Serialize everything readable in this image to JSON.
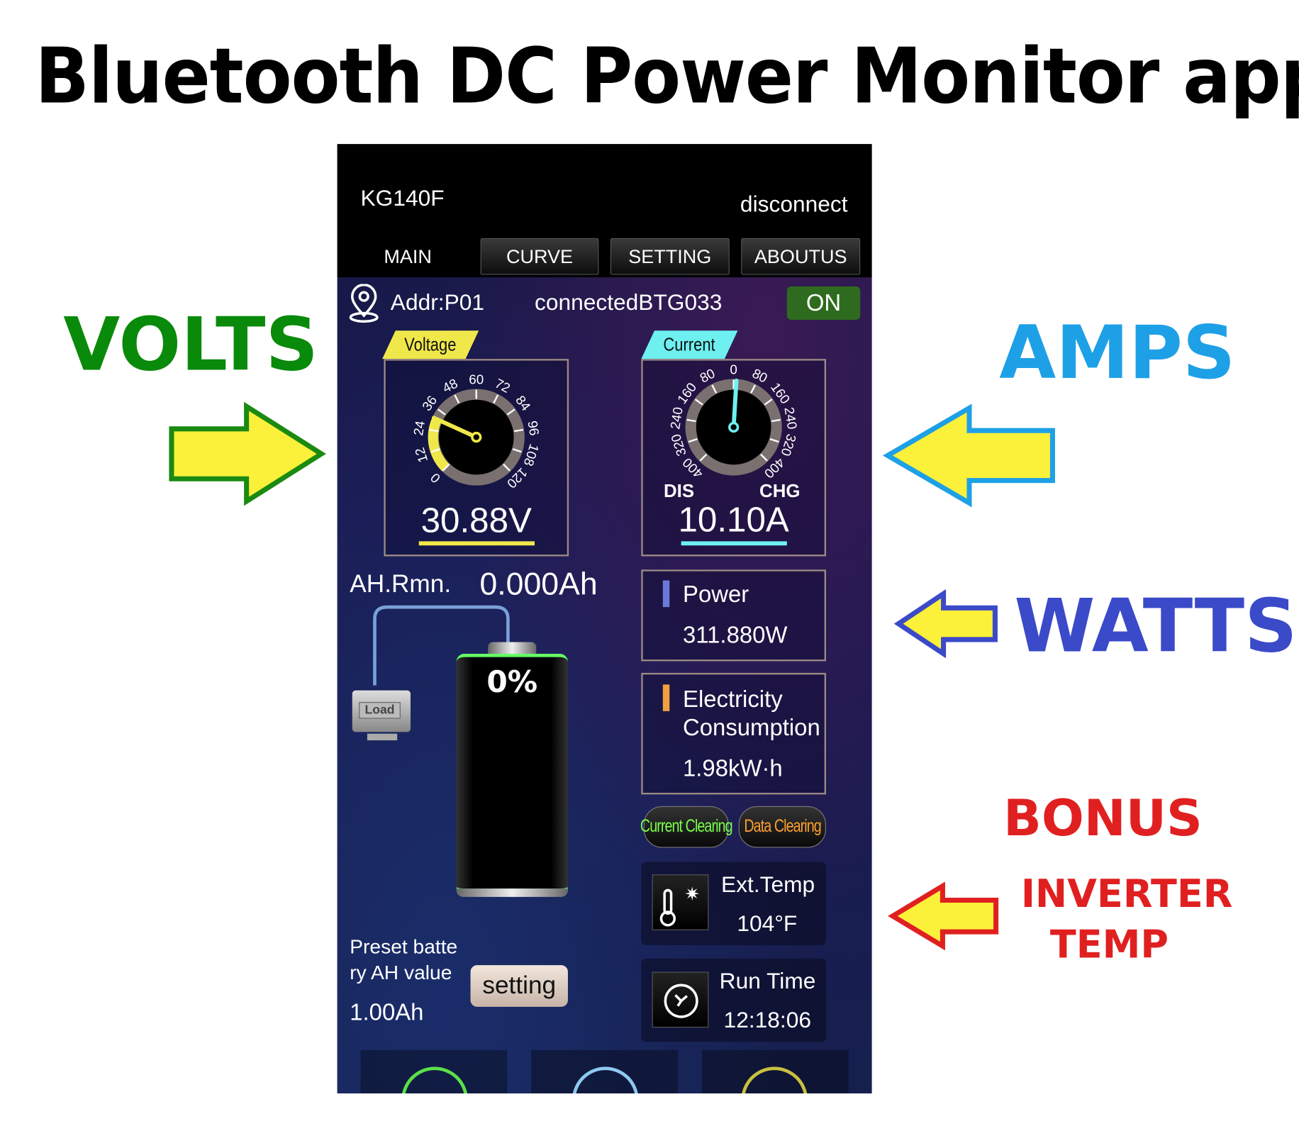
{
  "page_title": "Bluetooth DC Power Monitor app",
  "annotations": {
    "volts": "VOLTS",
    "amps": "AMPS",
    "watts": "WATTS",
    "bonus": "BONUS",
    "inverter": "INVERTER",
    "temp": "TEMP",
    "colors": {
      "volts": "#0a8a0a",
      "amps": "#1ea0e6",
      "watts": "#3a4ac8",
      "bonus": "#e02020",
      "arrow_fill": "#fbf03a"
    }
  },
  "app": {
    "device_name": "KG140F",
    "disconnect": "disconnect",
    "tabs": [
      {
        "label": "MAIN"
      },
      {
        "label": "CURVE"
      },
      {
        "label": "SETTING"
      },
      {
        "label": "ABOUTUS"
      }
    ],
    "address": "Addr:P01",
    "connection": "connectedBTG033",
    "power_toggle": "ON",
    "voltage": {
      "label": "Voltage",
      "value": 30.88,
      "display": "30.88V",
      "min": 0,
      "max": 120,
      "ticks": [
        "0",
        "12",
        "24",
        "36",
        "48",
        "60",
        "72",
        "84",
        "96",
        "108",
        "120"
      ],
      "color": "#f0e84a"
    },
    "current": {
      "label": "Current",
      "value": 10.1,
      "display": "10.10A",
      "max": 400,
      "ticks_dis": [
        "400",
        "320",
        "240",
        "160",
        "80"
      ],
      "tick_zero": "0",
      "ticks_chg": [
        "80",
        "160",
        "240",
        "320",
        "400"
      ],
      "dis": "DIS",
      "chg": "CHG",
      "color": "#6ef0f0"
    },
    "ah_label": "AH.Rmn.",
    "ah_value": "0.000Ah",
    "battery_percent": "0%",
    "battery_level": 0,
    "load_label": "Load",
    "power": {
      "label": "Power",
      "value": "311.880W",
      "color": "#6a7ad8"
    },
    "energy": {
      "label1": "Electricity",
      "label2": "Consumption",
      "value": "1.98kW·h",
      "color": "#f0a040"
    },
    "current_clearing": "Current Clearing",
    "data_clearing": "Data Clearing",
    "ext_temp": {
      "label": "Ext.Temp",
      "value": "104°F"
    },
    "run_time": {
      "label": "Run Time",
      "value": "12:18:06"
    },
    "preset": {
      "line1": "Preset batte",
      "line2": "ry AH value",
      "value": "1.00Ah",
      "button": "setting"
    }
  }
}
